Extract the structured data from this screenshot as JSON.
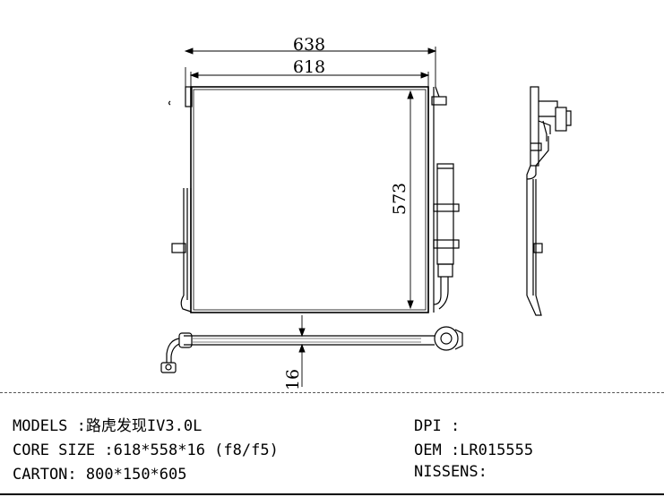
{
  "dimensions": {
    "overall_width": "638",
    "core_width": "618",
    "core_height": "573",
    "tube_offset": "16"
  },
  "specs": {
    "models_label": "MODELS :",
    "models_value": "路虎发现IV3.0L",
    "core_size_label": "CORE SIZE :",
    "core_size_value": "618*558*16 (f8/f5)",
    "carton_label": "CARTON:",
    "carton_value": "800*150*605",
    "dpi_label": "DPI :",
    "dpi_value": "",
    "oem_label": "OEM :",
    "oem_value": "LR015555",
    "nissens_label": "NISSENS:",
    "nissens_value": ""
  }
}
